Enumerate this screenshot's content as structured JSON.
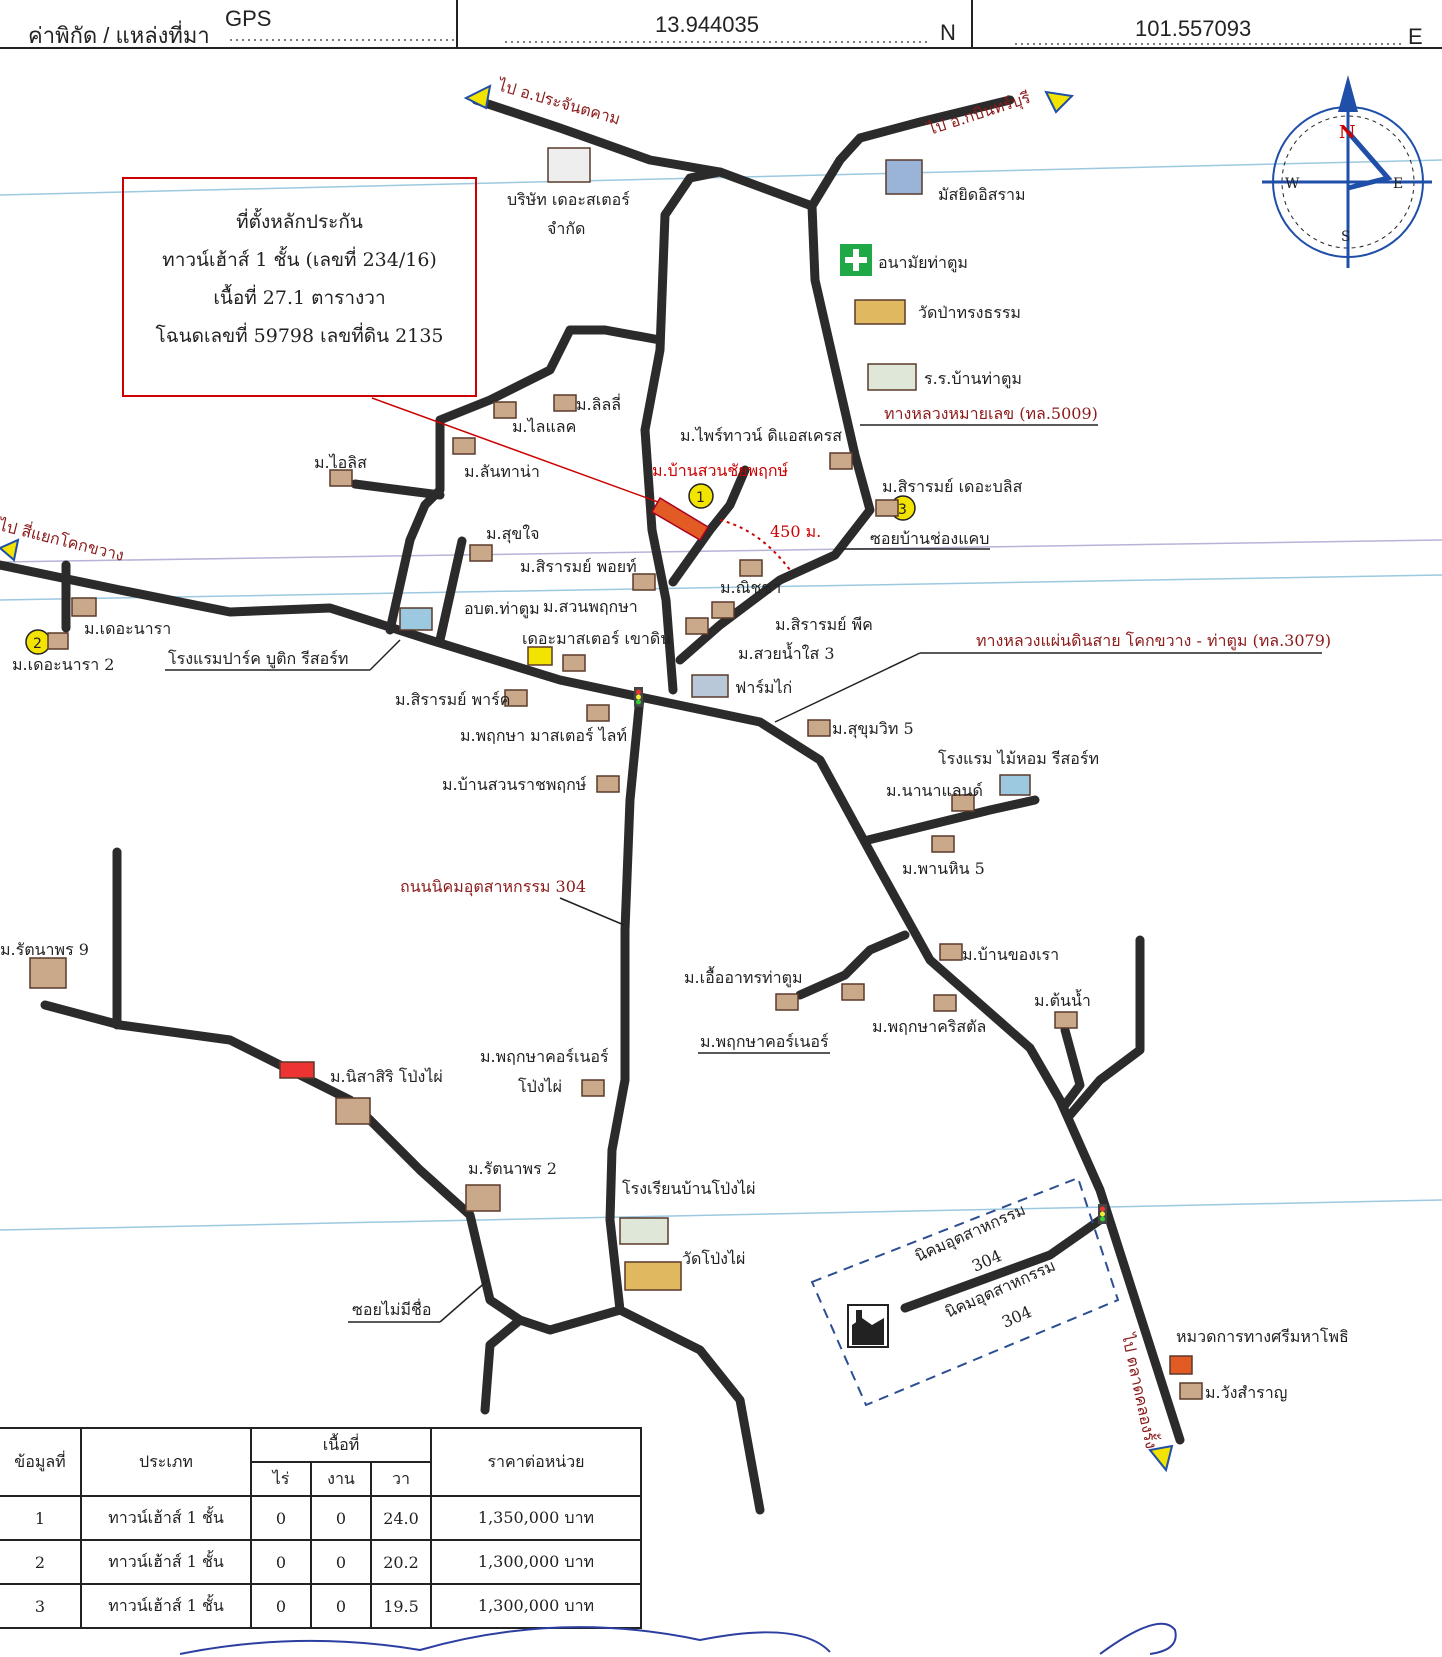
{
  "header": {
    "source_label": "ค่าพิกัด / แหล่งที่มา",
    "source_value": "GPS",
    "lat": "13.944035",
    "lat_suffix": "N",
    "lon": "101.557093",
    "lon_suffix": "E"
  },
  "info_box": {
    "lines": [
      "ที่ตั้งหลักประกัน",
      "ทาวน์เฮ้าส์ 1 ชั้น (เลขที่ 234/16)",
      "เนื้อที่ 27.1 ตารางวา",
      "โฉนดเลขที่ 59798 เลขที่ดิน 2135"
    ]
  },
  "compass": {
    "n": "N",
    "s": "S",
    "e": "E",
    "w": "W"
  },
  "distance_label": "450 ม.",
  "markers": [
    "1",
    "2",
    "3"
  ],
  "road_labels": {
    "to_prachantakham": "ไป อ.ประจันตคาม",
    "to_kabinburi": "ไป อ.กบินทร์บุรี",
    "to_khokkhwang": "ไป สี่แยกโคกขวาง",
    "to_khlongrung": "ไป ตลาดคลองรั้ง",
    "road_5009": "ทางหลวงหมายเลข (ทล.5009)",
    "road_3079": "ทางหลวงแผ่นดินสาย โคกขวาง - ท่าตูม (ทล.3079)",
    "road_304": "ถนนนิคมอุตสาหกรรม 304",
    "soi_chongkhaep": "ซอยบ้านช่องแคบ",
    "soi_nameless": "ซอยไม่มีชื่อ",
    "estate_a": "นิคมอุตสาหกรรม",
    "estate_a2": "304",
    "estate_b": "นิคมอุตสาหกรรม",
    "estate_b2": "304"
  },
  "places": [
    "บริษัท เดอะสเตอร์",
    "จำกัด",
    "มัสยิดอิสราม",
    "อนามัยท่าตูม",
    "วัดป่าทรงธรรม",
    "ร.ร.บ้านท่าตูม",
    "ม.ลิลลี่",
    "ม.ไลแลค",
    "ม.ไอลิส",
    "ม.ลันทาน่า",
    "ม.ไพร์ทาวน์ ดิแอสเครส",
    "ม.บ้านสวนชัยพฤกษ์",
    "ม.สิรารมย์ เดอะบลิส",
    "ม.สุขใจ",
    "ม.สิรารมย์ พอยท์",
    "ม.ณิชชา",
    "ม.เดอะนารา",
    "ม.เดอะนารา 2",
    "โรงแรมปาร์ค บูติก รีสอร์ท",
    "อบต.ท่าตูม",
    "ม.สวนพฤกษา",
    "เดอะมาสเตอร์ เขาดิน",
    "ม.สิรารมย์ พีค",
    "ม.สวยน้ำใส 3",
    "ฟาร์มไก่",
    "ม.สิรารมย์ พาร์ค",
    "ม.พฤกษา มาสเตอร์ ไลท์",
    "ม.บ้านสวนราชพฤกษ์",
    "ม.สุขุมวิท 5",
    "โรงแรม ไม้หอม รีสอร์ท",
    "ม.นานาแลนด์",
    "ม.พานหิน 5",
    "ม.รัตนาพร 9",
    "ม.บ้านของเรา",
    "ม.เอื้ออาทรท่าตูม",
    "ม.ต้นน้ำ",
    "ม.พฤกษาคอร์เนอร์",
    "ม.พฤกษาคริสตัล",
    "ม.พฤกษาคอร์เนอร์",
    "โป่งไผ่",
    "ม.นิสาสิริ โป่งไผ่",
    "ม.รัตนาพร 2",
    "โรงเรียนบ้านโป่งไผ่",
    "วัดโป่งไผ่",
    "หมวดการทางศรีมหาโพธิ",
    "ม.วังสำราญ"
  ],
  "price_table": {
    "headers": {
      "no": "ข้อมูลที่",
      "type": "ประเภท",
      "area": "เนื้อที่",
      "rai": "ไร่",
      "ngan": "งาน",
      "wa": "วา",
      "price": "ราคาต่อหน่วย"
    },
    "rows": [
      {
        "no": "1",
        "type": "ทาวน์เฮ้าส์ 1 ชั้น",
        "rai": "0",
        "ngan": "0",
        "wa": "24.0",
        "price": "1,350,000 บาท"
      },
      {
        "no": "2",
        "type": "ทาวน์เฮ้าส์ 1 ชั้น",
        "rai": "0",
        "ngan": "0",
        "wa": "20.2",
        "price": "1,300,000 บาท"
      },
      {
        "no": "3",
        "type": "ทาวน์เฮ้าส์ 1 ชั้น",
        "rai": "0",
        "ngan": "0",
        "wa": "19.5",
        "price": "1,300,000 บาท"
      }
    ]
  },
  "colors": {
    "road": "#2b2b2b",
    "accent_red": "#8b1a1a",
    "marker_yellow": "#f2e300",
    "arrow_blue": "#1f4fa8",
    "estate_dash": "#2c4f94"
  }
}
